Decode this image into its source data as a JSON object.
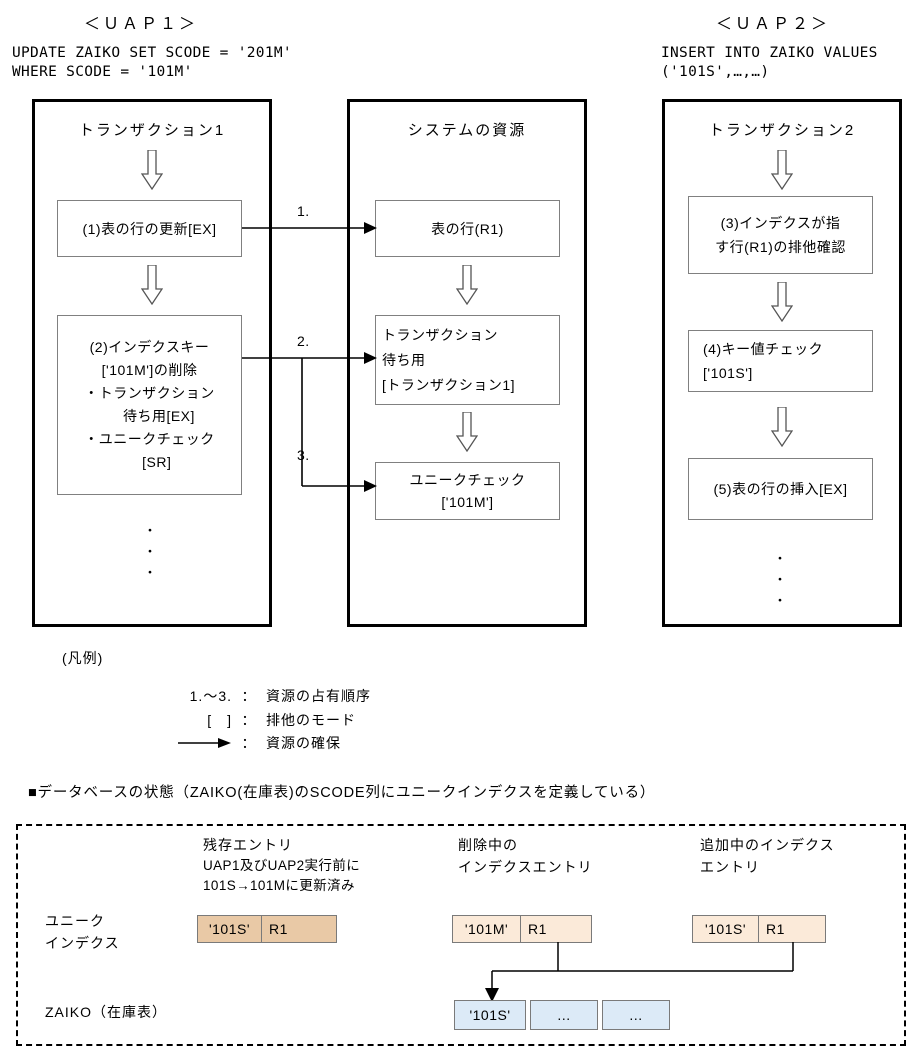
{
  "uap1": {
    "title": "＜ＵＡＰ１＞",
    "sql": "UPDATE ZAIKO SET SCODE = '201M'\nWHERE SCODE = '101M'"
  },
  "uap2": {
    "title": "＜ＵＡＰ２＞",
    "sql": "INSERT INTO ZAIKO VALUES\n('101S',…,…)"
  },
  "transaction1": {
    "title": "トランザクション1",
    "steps": [
      "(1)表の行の更新[EX]",
      "(2)インデクスキー\n['101M']の削除\n・トランザクション\n　 待ち用[EX]\n・ユニークチェック\n　[SR]"
    ],
    "dots": "・\n・\n・"
  },
  "system_resources": {
    "title": "システムの資源",
    "steps": [
      "表の行(R1)",
      "トランザクション\n待ち用\n[トランザクション1]",
      "ユニークチェック\n['101M']"
    ]
  },
  "transaction2": {
    "title": "トランザクション2",
    "steps": [
      "(3)インデクスが指\nす行(R1)の排他確認",
      "(4)キー値チェック\n['101S']",
      "(5)表の行の挿入[EX]"
    ],
    "dots": "・\n・\n・"
  },
  "connectors": {
    "n1": "1.",
    "n2": "2.",
    "n3": "3."
  },
  "legend": {
    "heading": "(凡例)",
    "rows": [
      {
        "symbol": "1.～3.",
        "sep": "：",
        "desc": "資源の占有順序"
      },
      {
        "symbol": "[　]",
        "sep": "：",
        "desc": "排他のモード"
      },
      {
        "symbol": "arrow-icon",
        "sep": "：",
        "desc": "資源の確保"
      }
    ]
  },
  "database": {
    "heading": "■データベースの状態（ZAIKO(在庫表)のSCODE列にユニークインデクスを定義している）",
    "row_labels": {
      "index": "ユニーク\nインデクス",
      "table": "ZAIKO（在庫表）"
    },
    "annotations": [
      {
        "title": "残存エントリ",
        "note": "UAP1及びUAP2実行前に\n101S→101Mに更新済み"
      },
      {
        "title": "削除中の\nインデクスエントリ",
        "note": ""
      },
      {
        "title": "追加中のインデクス\nエントリ",
        "note": ""
      }
    ],
    "index_entries": [
      {
        "key": "'101S'",
        "rid": "R1",
        "color": "#e9c9a6"
      },
      {
        "key": "'101M'",
        "rid": "R1",
        "color": "#fbead9"
      },
      {
        "key": "'101S'",
        "rid": "R1",
        "color": "#fbead9"
      }
    ],
    "table_cells": [
      "'101S'",
      "…",
      "…"
    ]
  },
  "colors": {
    "entry_existing": "#e9c9a6",
    "entry_pending": "#fbead9",
    "table_cell": "#dceaf7",
    "box_border": "#808080",
    "container_border": "#000000"
  }
}
